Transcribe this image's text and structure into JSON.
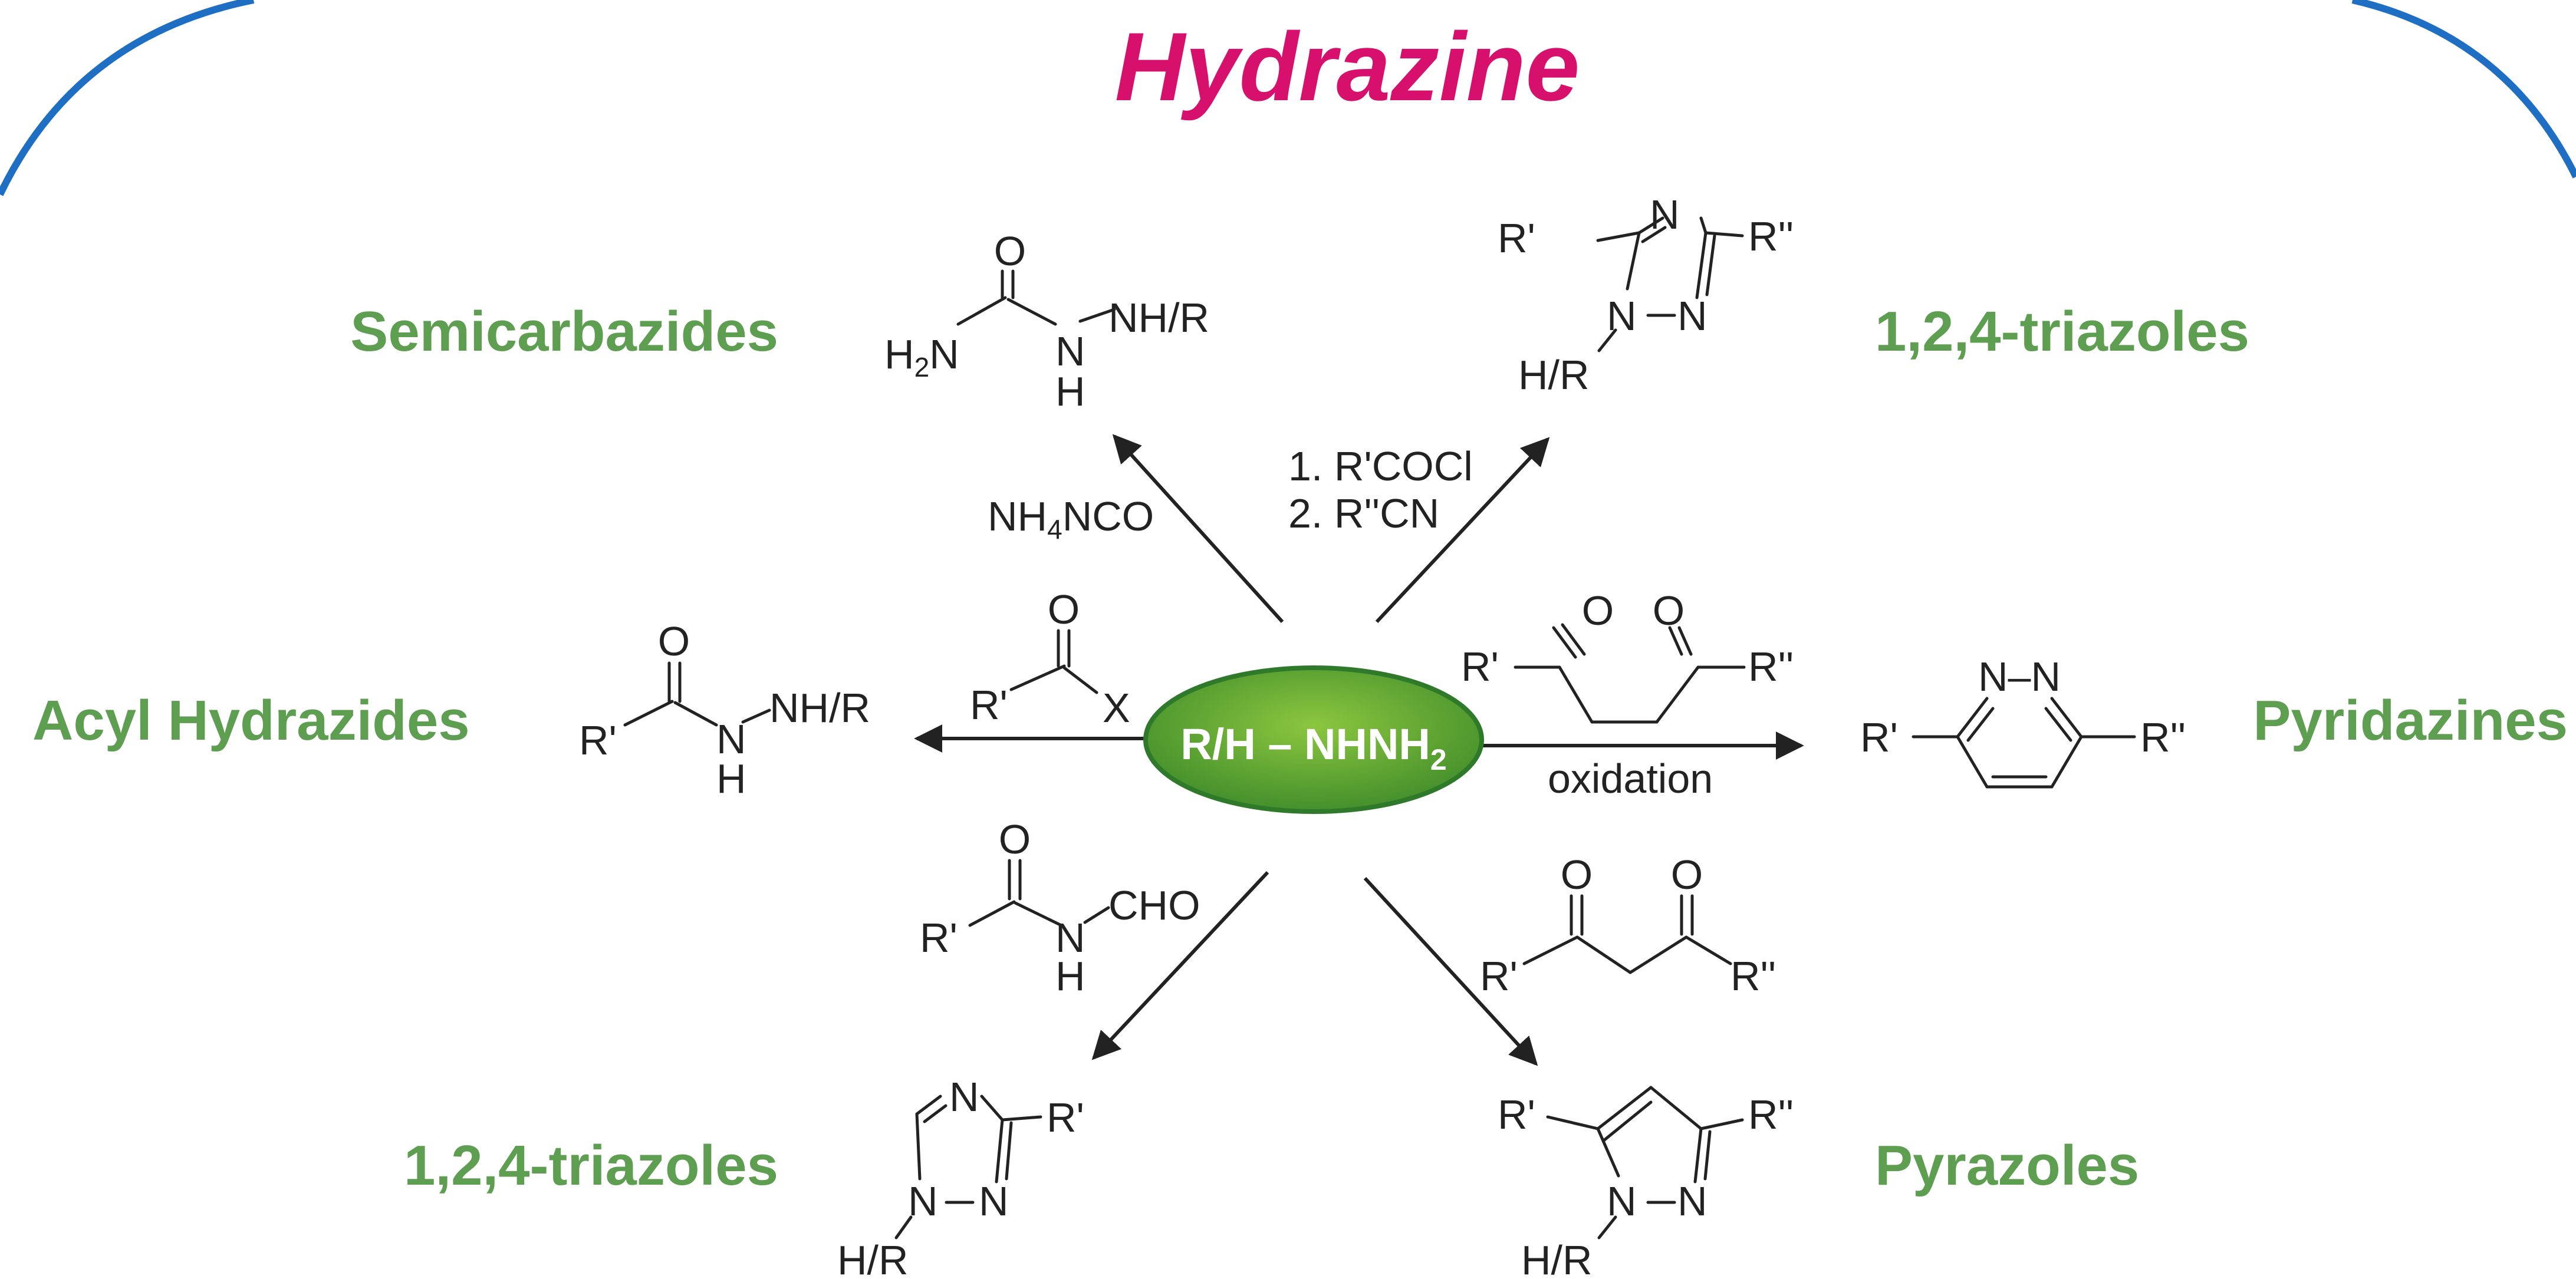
{
  "title": "Hydrazine",
  "center_label": "R/H – NHNH",
  "center_label_sub": "2",
  "colors": {
    "title": "#d6106c",
    "product": "#5e9e50",
    "arc": "#1e6fc4",
    "ellipse_fill_light": "#8cc63f",
    "ellipse_fill_dark": "#3d8b2a",
    "ellipse_stroke": "#2f7a2a",
    "ink": "#222222"
  },
  "products": {
    "semicarbazides": "Semicarbazides",
    "triazoles_top": "1,2,4-triazoles",
    "acyl_hydrazides": "Acyl Hydrazides",
    "pyridazines": "Pyridazines",
    "triazoles_bottom": "1,2,4-triazoles",
    "pyrazoles": "Pyrazoles"
  },
  "reagents": {
    "nh4nco_a": "NH",
    "nh4nco_sub": "4",
    "nh4nco_b": "NCO",
    "step1": "1. R'COCl",
    "step2": "2. R''CN",
    "oxidation": "oxidation"
  },
  "atoms": {
    "O": "O",
    "N": "N",
    "X": "X",
    "H": "H",
    "H2N_a": "H",
    "H2N_sub": "2",
    "H2N_b": "N",
    "NH_R": "NH/R",
    "H_R": "H/R",
    "R1": "R'",
    "R2": "R''",
    "CHO": "CHO",
    "N_N": "N–N"
  }
}
